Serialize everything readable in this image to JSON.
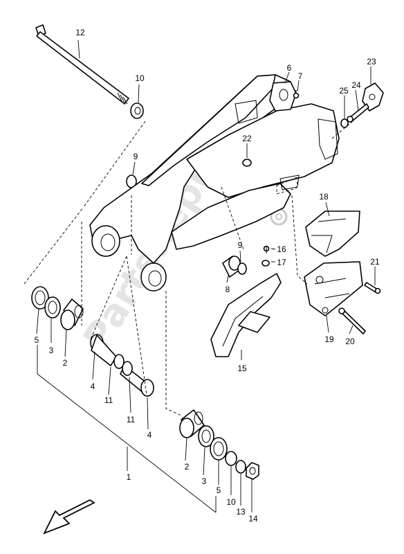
{
  "watermark": "PartsRepublik",
  "callouts": {
    "c1": "1",
    "c2a": "2",
    "c2b": "2",
    "c3a": "3",
    "c3b": "3",
    "c4a": "4",
    "c4b": "4",
    "c5a": "5",
    "c5b": "5",
    "c6": "6",
    "c7": "7",
    "c8": "8",
    "c9a": "9",
    "c9b": "9",
    "c10a": "10",
    "c10b": "10",
    "c11a": "11",
    "c11b": "11",
    "c12": "12",
    "c13": "13",
    "c14": "14",
    "c15": "15",
    "c16": "16",
    "c17": "17",
    "c18": "18",
    "c19": "19",
    "c20": "20",
    "c21": "21",
    "c22": "22",
    "c23": "23",
    "c24": "24",
    "c25": "25"
  },
  "icons": {
    "front_arrow": "direction-arrow-icon",
    "gear": "gear-icon"
  }
}
